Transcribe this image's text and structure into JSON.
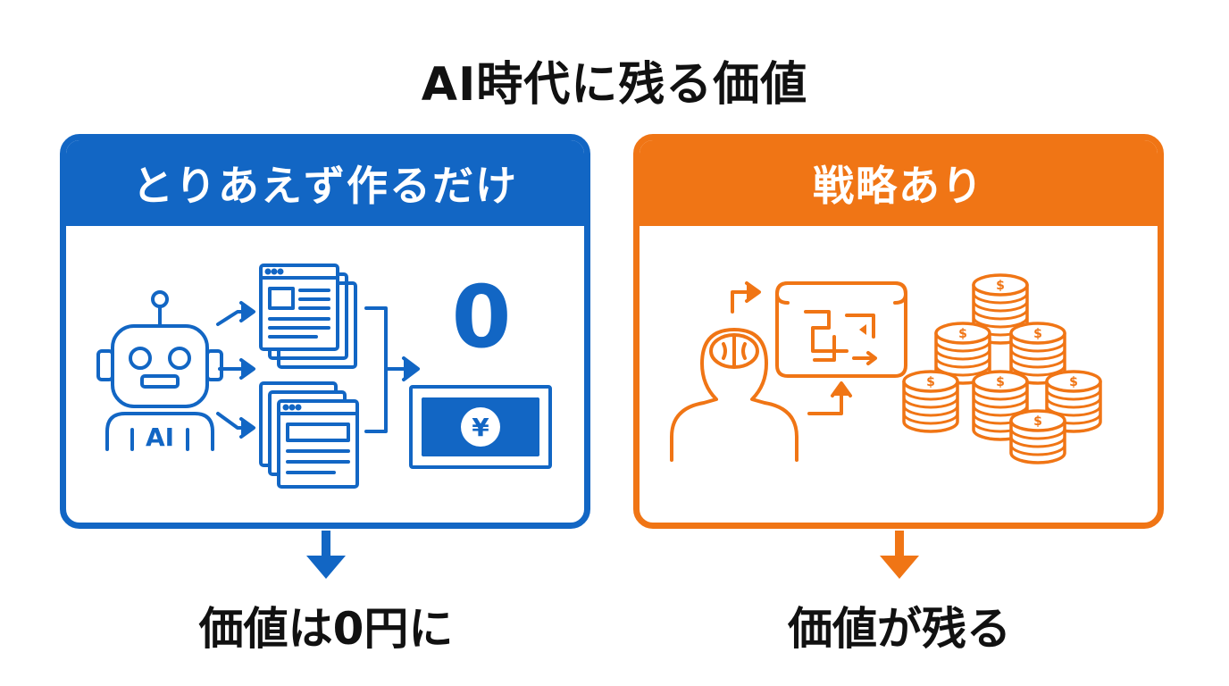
{
  "title": "AI時代に残る価値",
  "left": {
    "heading": "とりあえず作るだけ",
    "robot_label": "AI",
    "value_number": "0",
    "currency_symbol": "¥",
    "result": "価値は0円に",
    "color": "#1266c4"
  },
  "right": {
    "heading": "戦略あり",
    "coin_symbol": "$",
    "result": "価値が残る",
    "color": "#f07515"
  }
}
